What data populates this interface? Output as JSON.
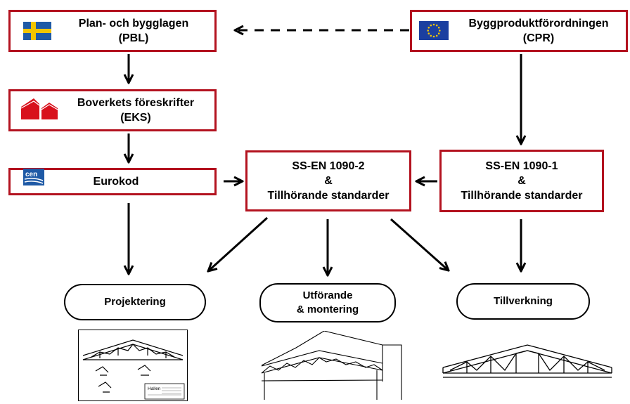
{
  "boxes": {
    "pbl": {
      "line1": "Plan- och bygglagen",
      "line2": "(PBL)"
    },
    "cpr": {
      "line1": "Byggproduktförordningen",
      "line2": "(CPR)"
    },
    "eks": {
      "line1": "Boverkets föreskrifter",
      "line2": "(EKS)"
    },
    "eurokod": {
      "line1": "Eurokod"
    },
    "en1090_2": {
      "line1": "SS-EN 1090-2",
      "line2": "&",
      "line3": "Tillhörande standarder"
    },
    "en1090_1": {
      "line1": "SS-EN 1090-1",
      "line2": "&",
      "line3": "Tillhörande standarder"
    }
  },
  "outcomes": {
    "projektering": {
      "line1": "Projektering"
    },
    "utforande": {
      "line1": "Utförande",
      "line2": "& montering"
    },
    "tillverkning": {
      "line1": "Tillverkning"
    }
  },
  "logos": {
    "swedish_flag": "swedish-flag-icon",
    "eu_flag": "eu-flag-icon",
    "boverket": "boverket-logo-icon",
    "cen": "cen-logo-icon",
    "cen_text": "cen"
  },
  "drawing": {
    "hallen_label": "Hallen"
  },
  "colors": {
    "box_border": "#b3121f",
    "flag_blue": "#1f5aa6",
    "flag_yellow": "#f2c500",
    "eu_blue": "#1b3fa0",
    "boverket_red": "#d8111c"
  }
}
